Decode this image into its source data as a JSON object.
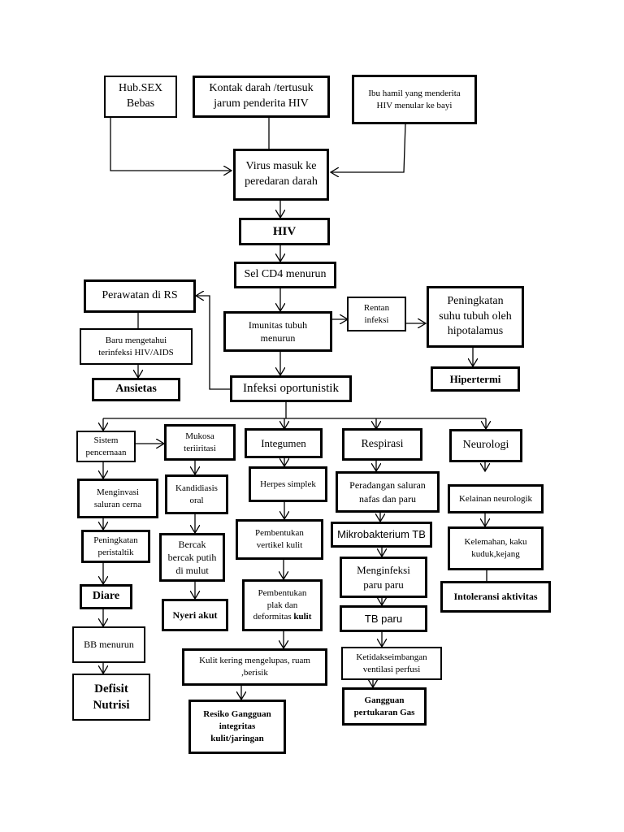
{
  "diagram": {
    "nodes": {
      "hub_sex": "Hub.SEX\nBebas",
      "kontak_darah": "Kontak darah /tertusuk\njarum penderita HIV",
      "ibu_hamil": "Ibu hamil yang menderita\nHIV menular  ke bayi",
      "virus_masuk": "Virus masuk ke\nperedaran darah",
      "hiv": "HIV",
      "cd4": "Sel CD4 menurun",
      "perawatan_rs": "Perawatan di RS",
      "imunitas": "Imunitas tubuh\nmenurun",
      "rentan": "Rentan\ninfeksi",
      "peningkatan_suhu": "Peningkatan\nsuhu tubuh oleh\nhipotalamus",
      "baru_tahu": "Baru mengetahui\nterinfeksi HIV/AIDS",
      "ansietas": "Ansietas",
      "hipertermi": "Hipertermi",
      "infeksi_op": "Infeksi oportunistik",
      "sistem_cerna": "Sistem\npencernaan",
      "mukosa": "Mukosa\nteriiritasi",
      "integumen": "Integumen",
      "respirasi": "Respirasi",
      "neurologi": "Neurologi",
      "menginvasi": "Menginvasi\nsaluran cerna",
      "kandidiasis": "Kandidiasis\noral",
      "herpes": "Herpes simplek",
      "peradangan": "Peradangan saluran\nnafas dan paru",
      "kelainan": "Kelainan neurologik",
      "peristaltik": "Peningkatan\nperistaltik",
      "bercak": "Bercak\nbercak putih\ndi mulut",
      "vertikel": "Pembentukan\nvertikel kulit",
      "mikrobakterium": "Mikrobakterium TB",
      "kelemahan": "Kelemahan, kaku\nkuduk,kejang",
      "menginfeksi": "Menginfeksi\nparu paru",
      "diare": "Diare",
      "nyeri": "Nyeri akut",
      "plak_a": "Pembentukan\nplak dan\ndeformitas ",
      "plak_b": "kulit",
      "tb_paru": "TB paru",
      "intoleransi": "Intoleransi aktivitas",
      "bb_menurun": "BB menurun",
      "kulit_kering": "Kulit kering mengelupas, ruam\n,berisik",
      "ketidak": "Ketidakseimbangan\nventilasi perfusi",
      "defisit": "Defisit\nNutrisi",
      "resiko": "Resiko Gangguan\nintegritas\nkulit/jaringan",
      "gangguan_gas": "Gangguan\npertukaran Gas"
    }
  }
}
